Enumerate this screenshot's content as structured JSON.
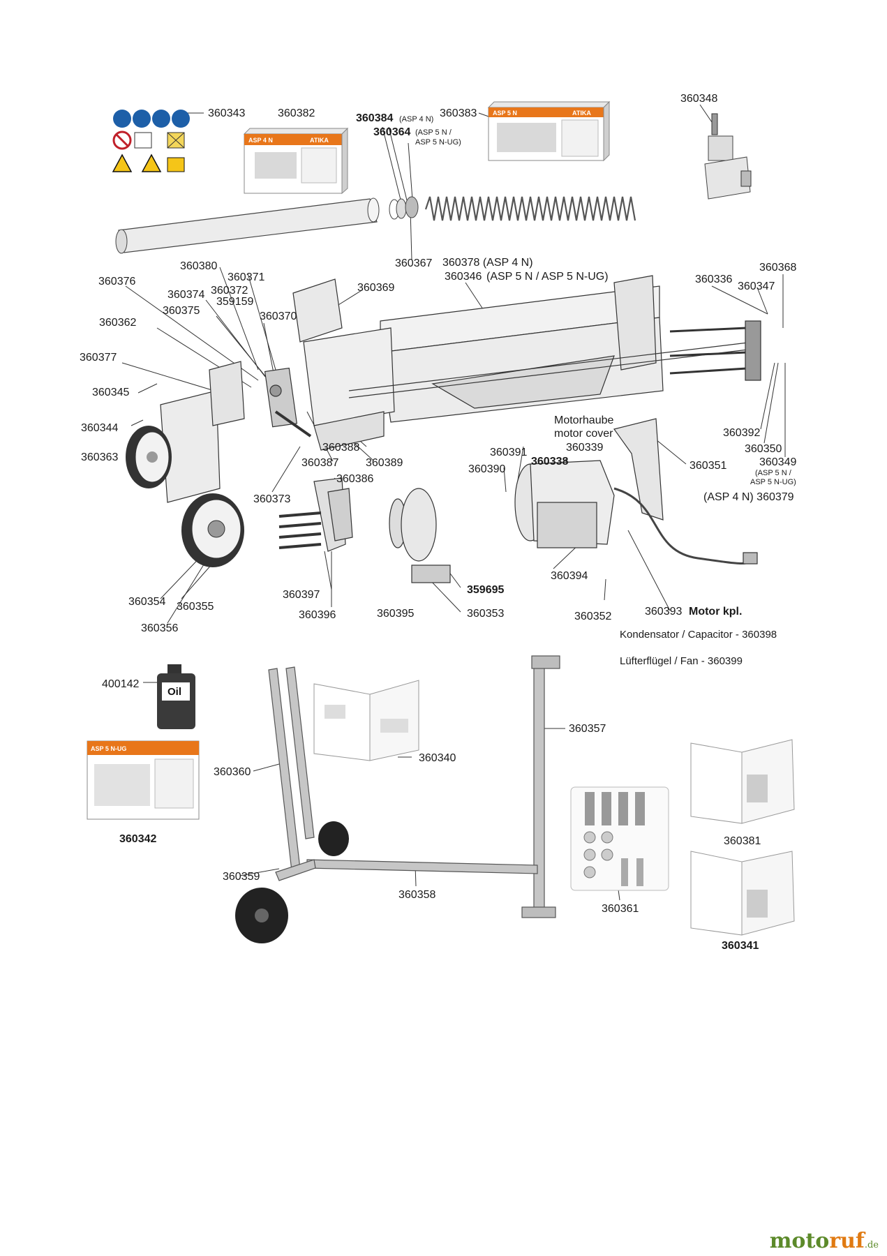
{
  "parts": {
    "p360343": "360343",
    "p360382": "360382",
    "p360384": "360384",
    "p360384_note": "(ASP 4 N)",
    "p360364": "360364",
    "p360364_note1": "(ASP 5 N /",
    "p360364_note2": "ASP 5 N-UG)",
    "p360383": "360383",
    "p360348": "360348",
    "p360367": "360367",
    "p360378": "360378 (ASP 4 N)",
    "p360346": "360346",
    "p360346_note": "(ASP 5 N / ASP 5 N-UG)",
    "p360380": "360380",
    "p360371": "360371",
    "p360376": "360376",
    "p360374": "360374",
    "p360372": "360372",
    "p360369": "360369",
    "p359159": "359159",
    "p360375": "360375",
    "p360370": "360370",
    "p360362": "360362",
    "p360377": "360377",
    "p360345": "360345",
    "p360344": "360344",
    "p360363": "360363",
    "p360336": "360336",
    "p360347": "360347",
    "p360368": "360368",
    "p360392": "360392",
    "p360350": "360350",
    "p360349": "360349",
    "p360349_note1": "(ASP 5 N /",
    "p360349_note2": "ASP 5 N-UG)",
    "p360379": "(ASP 4 N) 360379",
    "p360351": "360351",
    "motorhaube": "Motorhaube",
    "motor_cover": "motor cover",
    "p360339": "360339",
    "p360338": "360338",
    "p360391": "360391",
    "p360390": "360390",
    "p360388": "360388",
    "p360387": "360387",
    "p360389": "360389",
    "p360386": "360386",
    "p360373": "360373",
    "p360394": "360394",
    "p359695": "359695",
    "p360397": "360397",
    "p360396": "360396",
    "p360395": "360395",
    "p360353": "360353",
    "p360352": "360352",
    "p360393": "360393",
    "motor_kpl": "Motor kpl.",
    "p360354": "360354",
    "p360355": "360355",
    "p360356": "360356",
    "kondensator": "Kondensator / Capacitor - 360398",
    "luefter": "Lüfterflügel / Fan - 360399",
    "p400142": "400142",
    "p360357": "360357",
    "p360340": "360340",
    "p360360": "360360",
    "p360342": "360342",
    "p360381": "360381",
    "p360359": "360359",
    "p360358": "360358",
    "p360361": "360361",
    "p360341": "360341"
  },
  "graphics": {
    "oil_label": "Oil",
    "box_asp4n": "ASP 4 N",
    "box_asp5n": "ASP 5 N",
    "box_asp5nug": "ASP 5 N-UG",
    "brand_on_box": "ATIKA"
  },
  "brand": {
    "part1": "moto",
    "part2": "ruf",
    "tld": ".de"
  },
  "colors": {
    "accent_orange": "#e8761a",
    "line": "#333333",
    "metal": "#b8b8b8"
  }
}
